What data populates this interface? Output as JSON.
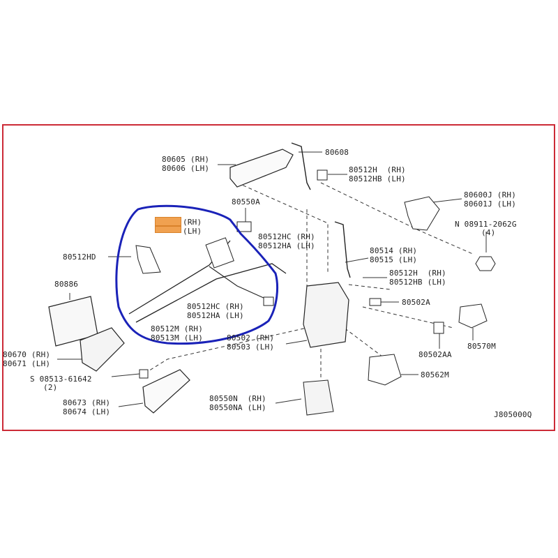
{
  "colors": {
    "frame": "#cc2a36",
    "circle": "#1a22b8",
    "highlight": "#f0a150",
    "line": "#333333"
  },
  "labels": {
    "l80605": "80605 (RH)",
    "l80606": "80606 (LH)",
    "l80608": "80608",
    "l80512h_a": "80512H  (RH)",
    "l80512hb_a": "80512HB (LH)",
    "l80550a": "80550A",
    "l80600j": "80600J (RH)",
    "l80601j": "80601J (LH)",
    "l08911": "N 08911-2062G",
    "l08911q": "(4)",
    "lhidden_rh": "(RH)",
    "lhidden_lh": "(LH)",
    "l80512hc_a": "80512HC (RH)",
    "l80512ha_a": "80512HA (LH)",
    "l80512hd": "80512HD",
    "l80514": "80514 (RH)",
    "l80515": "80515 (LH)",
    "l80512h_b": "80512H  (RH)",
    "l80512hb_b": "80512HB (LH)",
    "l80886": "80886",
    "l80512hc_b": "80512HC (RH)",
    "l80512ha_b": "80512HA (LH)",
    "l80502a": "80502A",
    "l80512m": "80512M (RH)",
    "l80513m": "80513M (LH)",
    "l80502": "80502 (RH)",
    "l80503": "80503 (LH)",
    "l80570m": "80570M",
    "l80502aa": "80502AA",
    "l80670": "80670 (RH)",
    "l80671": "80671 (LH)",
    "l08513": "S 08513-61642",
    "l08513q": "(2)",
    "l80562m": "80562M",
    "l80673": "80673 (RH)",
    "l80674": "80674 (LH)",
    "l80550n": "80550N  (RH)",
    "l80550na": "80550NA (LH)",
    "ref": "J805000Q"
  }
}
